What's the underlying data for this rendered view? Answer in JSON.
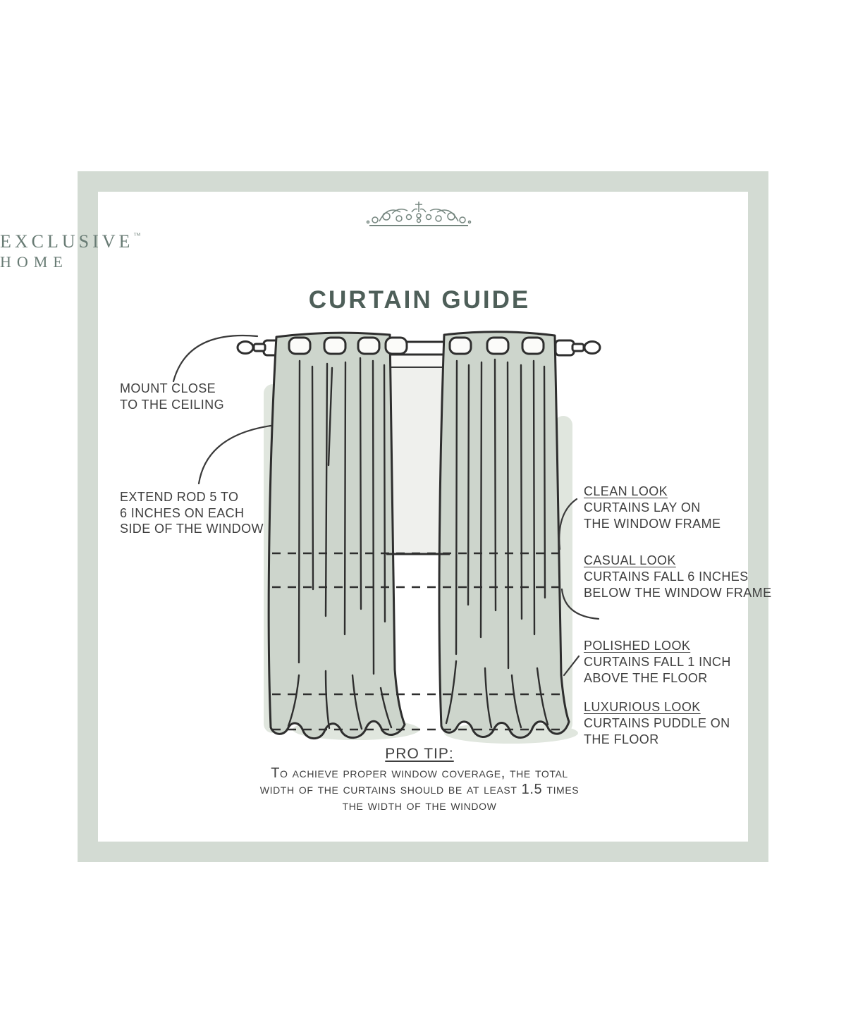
{
  "brand": {
    "name": "EXCLUSIVE",
    "trademark": "™",
    "subname": "HOME",
    "ornament_icon": "filigree-crest-ornament"
  },
  "title": "CURTAIN GUIDE",
  "annotations_left": [
    {
      "lines": [
        "MOUNT CLOSE",
        "TO THE CEILING"
      ]
    },
    {
      "lines": [
        "EXTEND ROD 5 TO",
        "6 INCHES ON EACH",
        "SIDE OF THE WINDOW"
      ]
    }
  ],
  "looks": [
    {
      "heading": "CLEAN LOOK",
      "lines": [
        "CURTAINS LAY ON",
        "THE WINDOW FRAME"
      ]
    },
    {
      "heading": "CASUAL LOOK",
      "lines": [
        "CURTAINS FALL 6 INCHES",
        "BELOW THE WINDOW FRAME"
      ]
    },
    {
      "heading": "POLISHED LOOK",
      "lines": [
        "CURTAINS FALL 1 INCH",
        "ABOVE THE FLOOR"
      ]
    },
    {
      "heading": "LUXURIOUS LOOK",
      "lines": [
        "CURTAINS PUDDLE ON",
        "THE FLOOR"
      ]
    }
  ],
  "pro_tip": {
    "heading": "PRO TIP:",
    "lines": [
      "To achieve proper window coverage, the total",
      "width of the curtains should be at least 1.5 times",
      "the width of the window"
    ]
  },
  "colors": {
    "frame_green": "#d3dbd3",
    "curtain_sage": "#cdd5cc",
    "curtain_shadow": "#e0e6de",
    "outline_ink": "#2e2e2e",
    "label_text": "#3f3f3f",
    "brand_green": "#687b74",
    "title_green": "#4e5f59",
    "window_gray": "#eff0ed"
  },
  "illustration_parts": [
    "curtain-rod",
    "rod-finials",
    "grommet-tabs",
    "left-curtain-panel",
    "right-curtain-panel",
    "window",
    "guide-dashed-lines",
    "pointer-arcs"
  ]
}
